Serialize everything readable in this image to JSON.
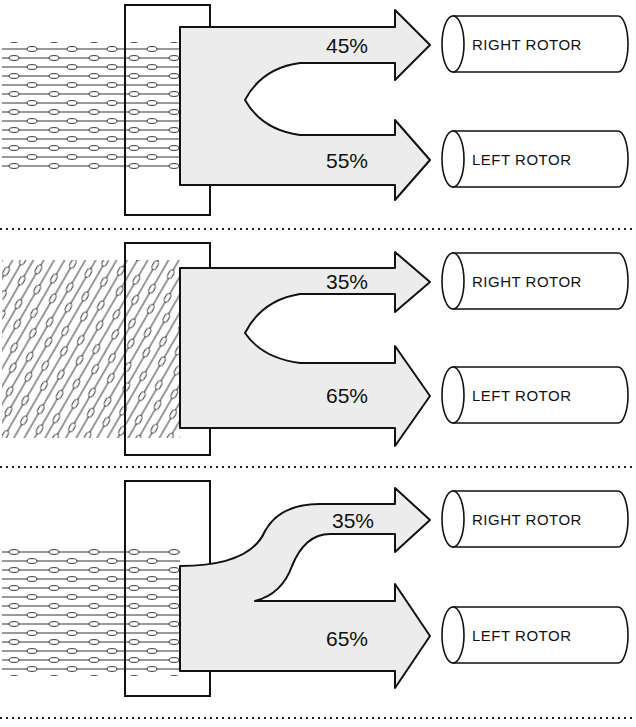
{
  "diagram": {
    "nodes": [
      {
        "text": [
          "RIGHT ROTOR"
        ]
      },
      {
        "text": [
          "LEFT ROTOR"
        ]
      },
      {
        "text": [
          "RIGHT ROTOR"
        ]
      },
      {
        "text": [
          "LEFT ROTOR"
        ]
      },
      {
        "text": [
          "RIGHT ROTOR"
        ]
      },
      {
        "text": [
          "LEFT ROTOR"
        ]
      }
    ],
    "labels": [
      "45%",
      "55%",
      "35%",
      "65%",
      "35%",
      "65%"
    ]
  }
}
